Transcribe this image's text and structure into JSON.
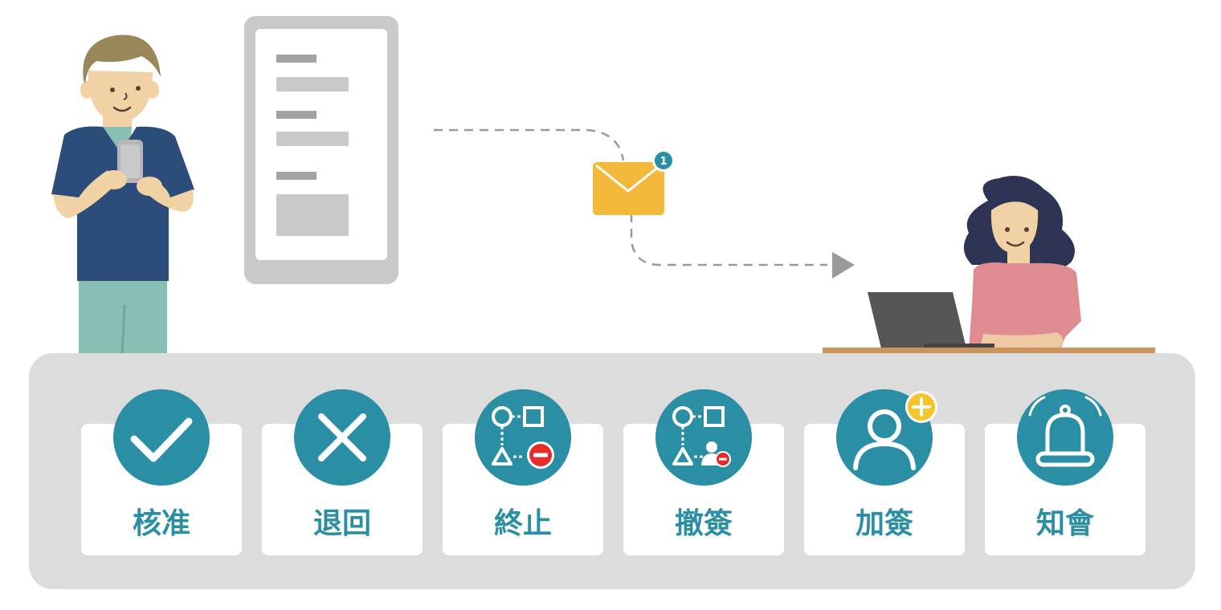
{
  "colors": {
    "teal": "#2a8fa5",
    "panel": "#dcdcdc",
    "card": "#ffffff",
    "label": "#2a8fa5",
    "envelope": "#f2b93a",
    "badge": "#2a8fa5",
    "plus_badge": "#f6c52b",
    "minus_badge": "#e62b2b",
    "man_shirt": "#2c4d7a",
    "man_pants": "#87bfb4",
    "man_hair": "#9a8759",
    "woman_hair": "#2e3454",
    "woman_shirt": "#de8b92",
    "skin": "#f1d2a4",
    "desk": "#c9955c",
    "laptop": "#555555"
  },
  "notification": {
    "count": "1",
    "icon": "envelope-icon"
  },
  "actions": [
    {
      "label": "核准",
      "icon": "check-icon"
    },
    {
      "label": "退回",
      "icon": "close-icon"
    },
    {
      "label": "終止",
      "icon": "flow-terminate-icon"
    },
    {
      "label": "撤簽",
      "icon": "flow-withdraw-icon"
    },
    {
      "label": "加簽",
      "icon": "add-user-icon"
    },
    {
      "label": "知會",
      "icon": "bell-icon"
    }
  ]
}
